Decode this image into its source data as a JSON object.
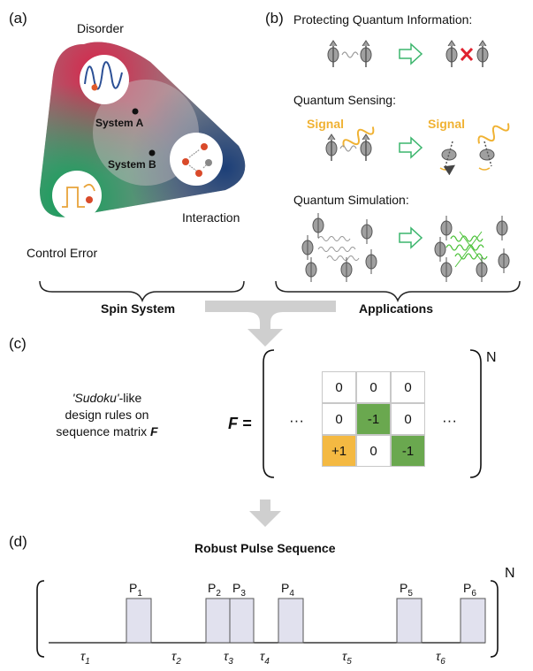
{
  "panel_a": {
    "label": "(a)",
    "disorder": "Disorder",
    "system_a": "System A",
    "system_b": "System B",
    "interaction": "Interaction",
    "control_error": "Control Error",
    "caption": "Spin System"
  },
  "panel_b": {
    "label": "(b)",
    "protecting": "Protecting Quantum Information:",
    "sensing": "Quantum Sensing:",
    "simulation": "Quantum Simulation:",
    "signal": "Signal",
    "caption": "Applications"
  },
  "panel_c": {
    "label": "(c)",
    "rule_line1_italic": "'Sudoku'",
    "rule_line1_rest": "-like",
    "rule_line2": "design rules on",
    "rule_line3": "sequence matrix",
    "rule_line3_symbol": "F",
    "matrix_symbol": "F =",
    "ellipsis": "···",
    "exponent": "N",
    "matrix": [
      [
        "0",
        "0",
        "0"
      ],
      [
        "0",
        "-1",
        "0"
      ],
      [
        "+1",
        "0",
        "-1"
      ]
    ],
    "colors": {
      "green": "#6aa84f",
      "orange": "#f4b942"
    }
  },
  "panel_d": {
    "label": "(d)",
    "title": "Robust Pulse Sequence",
    "exponent": "N",
    "pulses": [
      {
        "p": "P",
        "sub": "1"
      },
      {
        "p": "P",
        "sub": "2"
      },
      {
        "p": "P",
        "sub": "3"
      },
      {
        "p": "P",
        "sub": "4"
      },
      {
        "p": "P",
        "sub": "5"
      },
      {
        "p": "P",
        "sub": "6"
      }
    ],
    "taus": [
      {
        "t": "τ",
        "sub": "1"
      },
      {
        "t": "τ",
        "sub": "2"
      },
      {
        "t": "τ",
        "sub": "3"
      },
      {
        "t": "τ",
        "sub": "4"
      },
      {
        "t": "τ",
        "sub": "5"
      },
      {
        "t": "τ",
        "sub": "6"
      }
    ]
  }
}
